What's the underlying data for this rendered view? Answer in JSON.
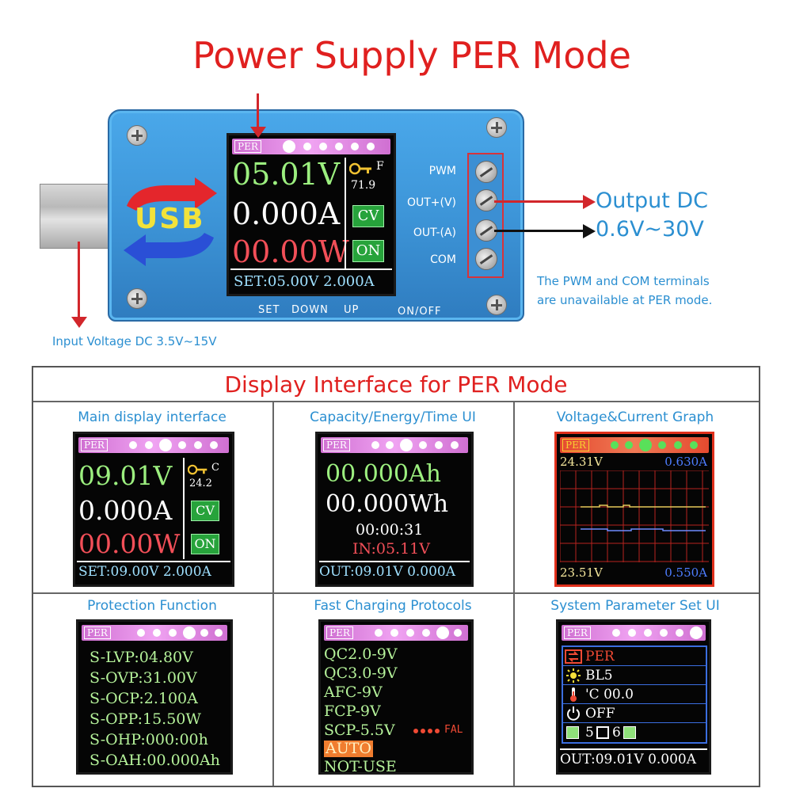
{
  "title": "Power Supply PER Mode",
  "device": {
    "usb_logo": "USB",
    "main_screen": {
      "tag": "PER",
      "voltage": "05.01V",
      "current": "0.000A",
      "power": "00.00W",
      "temp_unit": "F",
      "temp_value": "71.9",
      "cv_label": "CV",
      "on_label": "ON",
      "set_line": "SET:05.00V 2.000A"
    },
    "buttons": {
      "set": "SET",
      "down": "DOWN",
      "up": "UP",
      "on_off": "ON/OFF"
    },
    "terminals": [
      "PWM",
      "OUT+(V)",
      "OUT-(A)",
      "COM"
    ]
  },
  "annotations": {
    "output_dc_line1": "Output DC",
    "output_dc_line2": "0.6V~30V",
    "pwm_com_note_1": "The PWM and COM terminals",
    "pwm_com_note_2": "are unavailable at PER mode.",
    "input_voltage": "Input Voltage DC 3.5V~15V"
  },
  "panel": {
    "title": "Display Interface for PER Mode",
    "cells": {
      "main": {
        "caption": "Main display interface",
        "tag": "PER",
        "voltage": "09.01V",
        "current": "0.000A",
        "power": "00.00W",
        "temp_unit": "C",
        "temp_value": "24.2",
        "cv_label": "CV",
        "on_label": "ON",
        "set_line": "SET:09.00V 2.000A"
      },
      "capacity": {
        "caption": "Capacity/Energy/Time UI",
        "tag": "PER",
        "capacity": "00.000Ah",
        "energy": "00.000Wh",
        "time": "00:00:31",
        "input": "IN:05.11V",
        "out_line": "OUT:09.01V 0.000A"
      },
      "graph": {
        "caption": "Voltage&Current Graph",
        "tag": "PER",
        "v_max": "24.31V",
        "i_max": "0.630A",
        "v_min": "23.51V",
        "i_min": "0.550A"
      },
      "protection": {
        "caption": "Protection Function",
        "tag": "PER",
        "lines": [
          "S-LVP:04.80V",
          "S-OVP:31.00V",
          "S-OCP:2.100A",
          "S-OPP:15.50W",
          "S-OHP:000:00h",
          "S-OAH:00.000Ah"
        ]
      },
      "fastcharge": {
        "caption": "Fast Charging Protocols",
        "tag": "PER",
        "lines": [
          "QC2.0-9V",
          "QC3.0-9V",
          "AFC-9V",
          "FCP-9V",
          "SCP-5.5V"
        ],
        "fal_label": "FAL",
        "auto_label": "AUTO",
        "not_use_label": "NOT-USE"
      },
      "system": {
        "caption": "System Parameter Set UI",
        "tag": "PER",
        "mode": "PER",
        "backlight": "BL5",
        "temp": "'C 00.0",
        "power_off": "OFF",
        "page_a": "5",
        "page_b": "6",
        "out_line": "OUT:09.01V 0.000A"
      }
    }
  },
  "colors": {
    "title_red": "#e0201f",
    "caption_blue": "#2b8fd1",
    "device_blue": "#3d95d8",
    "lcd_green": "#9cef7f",
    "lcd_red": "#f24f58"
  }
}
